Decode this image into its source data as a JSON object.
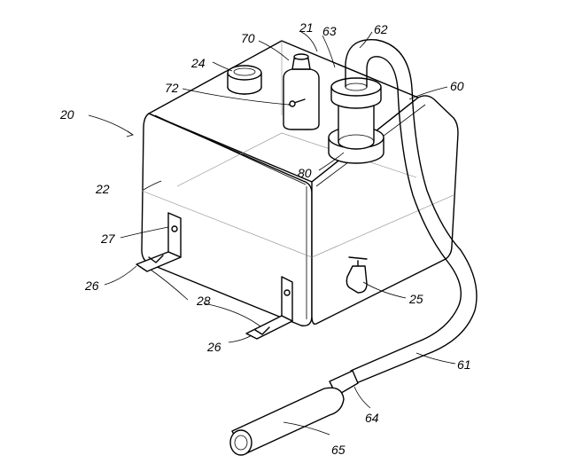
{
  "figure": {
    "labels": {
      "device": "20",
      "tank_lid": "21",
      "tank_body": "22",
      "cap": "24",
      "drain_valve": "25",
      "foot_left": "26",
      "foot_right": "26",
      "mount_bracket": "27",
      "bracket": "28",
      "tube": "60",
      "tube_lower": "61",
      "hose_end": "62",
      "coupling_top": "63",
      "collar": "64",
      "nozzle": "65",
      "bottle": "70",
      "bottle_fitting": "72",
      "fitting_base": "80"
    }
  }
}
